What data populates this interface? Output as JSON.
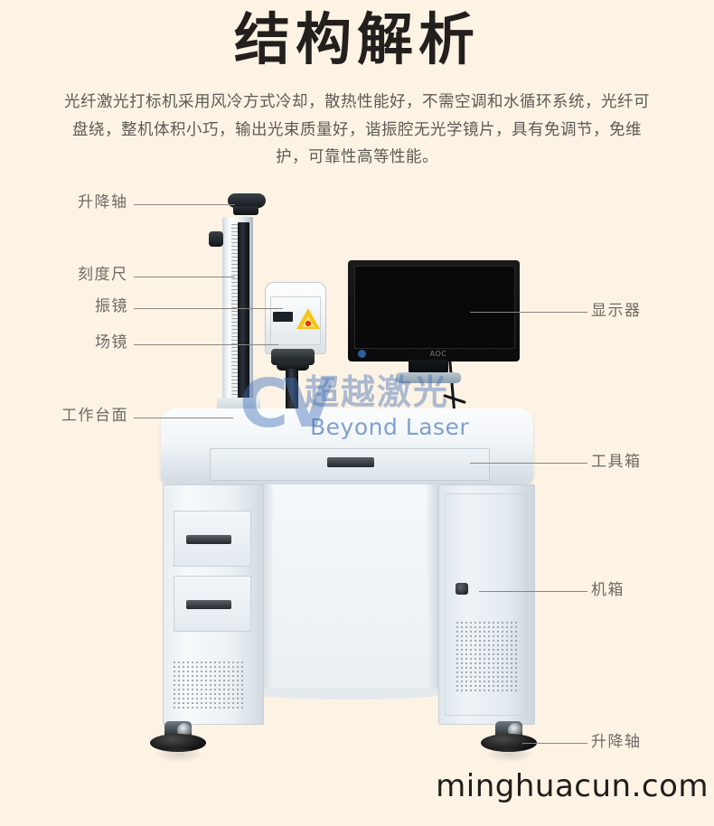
{
  "page": {
    "background_color": "#fdf3e5",
    "title": "结构解析",
    "description": "光纤激光打标机采用风冷方式冷却，散热性能好，不需空调和水循环系统，光纤可盘绕，整机体积小巧，输出光束质量好，谐振腔无光学镜片，具有免调节，免维护，可靠性高等性能。",
    "footer_url": "minghuacun.com"
  },
  "watermark": {
    "mark": "CV",
    "chinese": "超越激光",
    "english": "Beyond Laser",
    "color": "#3a68b2"
  },
  "callouts": {
    "left": [
      {
        "label": "升降轴",
        "name": "lift-axis"
      },
      {
        "label": "刻度尺",
        "name": "scale-ruler"
      },
      {
        "label": "振镜",
        "name": "galvanometer"
      },
      {
        "label": "场镜",
        "name": "field-lens"
      },
      {
        "label": "工作台面",
        "name": "work-table"
      }
    ],
    "right": [
      {
        "label": "显示器",
        "name": "monitor"
      },
      {
        "label": "工具箱",
        "name": "tool-box"
      },
      {
        "label": "机箱",
        "name": "chassis"
      },
      {
        "label": "升降轴",
        "name": "lift-foot"
      }
    ],
    "line_color": "#8a8681",
    "text_color": "#6d6a64"
  },
  "machine": {
    "monitor_brand": "AOC",
    "warning_icon": "laser-warning-triangle",
    "body_color": "#eef3f7",
    "accent_dark": "#15191d"
  }
}
